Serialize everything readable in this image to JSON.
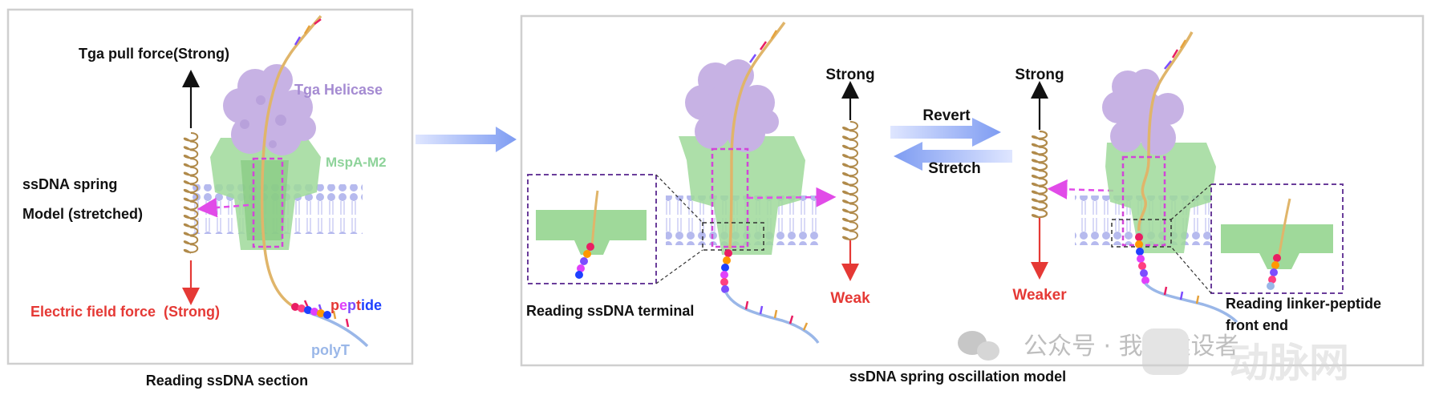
{
  "left_panel": {
    "caption": "Reading ssDNA section",
    "pull_force": "Tga pull force(Strong)",
    "helicase": "Tga Helicase",
    "pore": "MspA-M2",
    "spring_line1": "ssDNA spring",
    "spring_line2": "Model (stretched)",
    "electric_force": "Electric field force  (Strong)",
    "peptide_letters": [
      "p",
      "e",
      "p",
      "t",
      "i",
      "d",
      "e"
    ],
    "polyT": "polyT"
  },
  "right_panel": {
    "caption": "ssDNA spring oscillation model",
    "strong_left": "Strong",
    "weak": "Weak",
    "revert": "Revert",
    "stretch": "Stretch",
    "strong_right": "Strong",
    "weaker": "Weaker",
    "reading_terminal": "Reading ssDNA terminal",
    "reading_linker_line1": "Reading linker-peptide",
    "reading_linker_line2": "front end"
  },
  "watermark": {
    "text": "公众号 · 我是建设者",
    "logo_text": "动脉网"
  },
  "colors": {
    "helicase": "#c7b2e4",
    "pore": "#9fd99a",
    "membrane": "#b6b8ee",
    "dna": "#e0b56a",
    "polyT": "#9ab7e8",
    "electric": "#e53935",
    "highlight": "#d146d8",
    "inset_border": "#6a3d9a",
    "panel_border": "#cfcfcf",
    "flow_arrow": "#8fa9f0"
  }
}
